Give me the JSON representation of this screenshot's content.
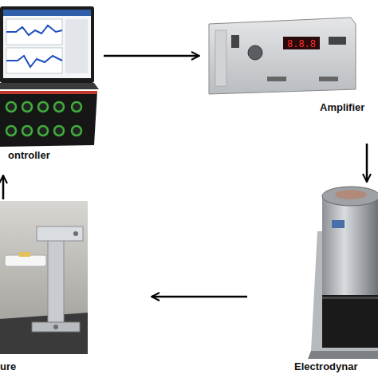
{
  "diagram": {
    "nodes": [
      {
        "text": [
          "ontroller"
        ]
      },
      {
        "text": [
          "Amplifier"
        ]
      },
      {
        "text": [
          "Electrodynar"
        ]
      },
      {
        "text": [
          "ure"
        ]
      }
    ],
    "edges": [
      {
        "from": 0,
        "to": 1,
        "arrow": "to"
      },
      {
        "from": 1,
        "to": 2,
        "arrow": "to"
      },
      {
        "from": 2,
        "to": 3,
        "arrow": "to"
      },
      {
        "from": 3,
        "to": 0,
        "arrow": "to"
      }
    ]
  }
}
